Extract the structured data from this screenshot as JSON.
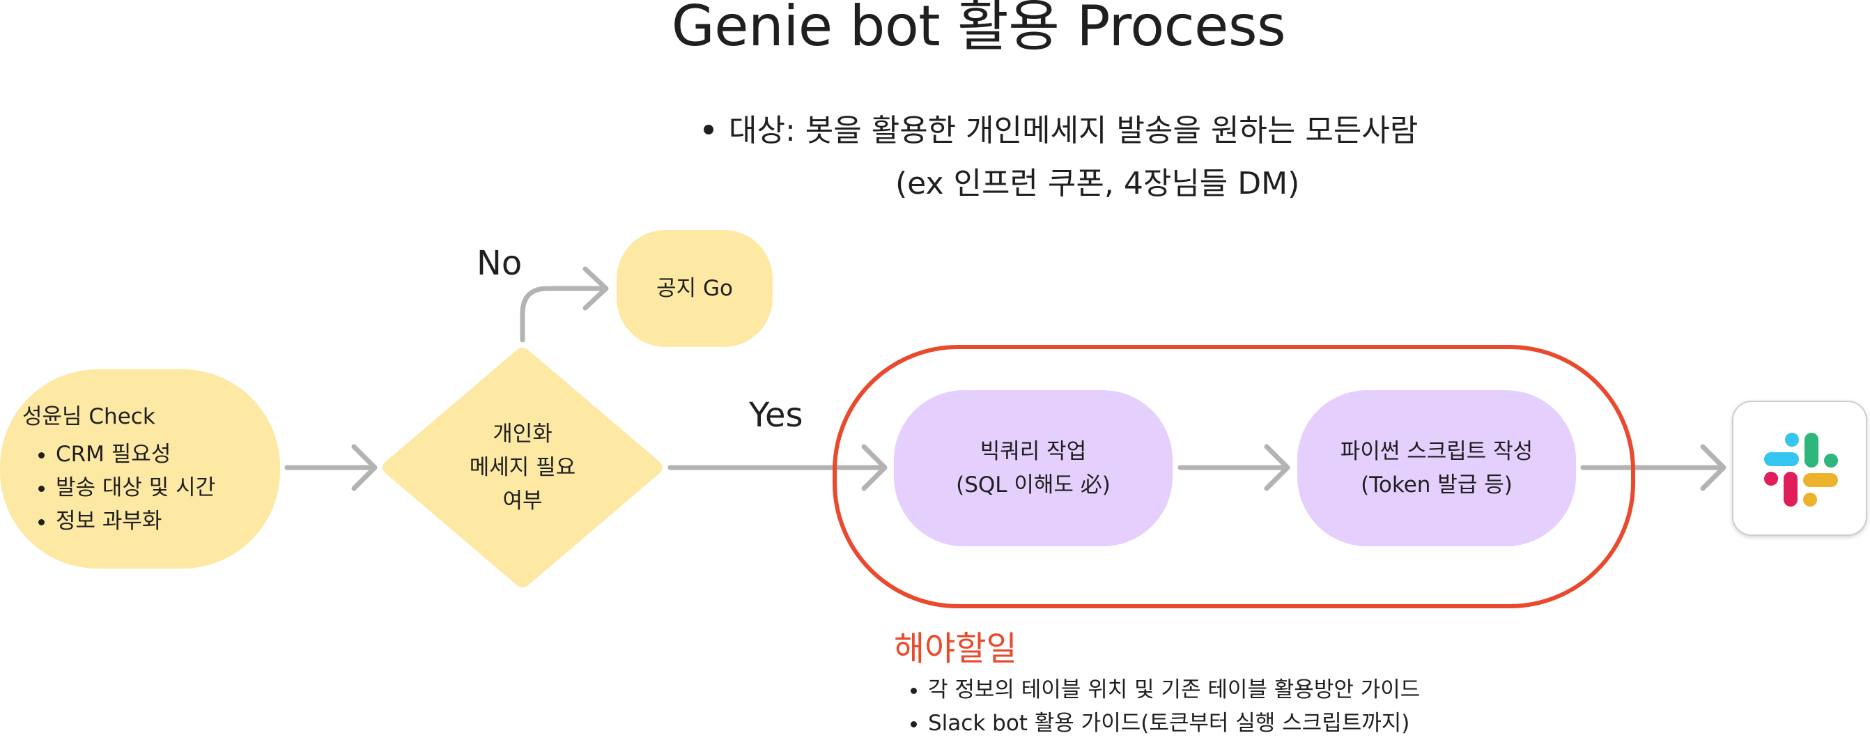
{
  "title": "Genie bot 활용 Process",
  "target": "대상: 봇을 활용한 개인메세지 발송을 원하는 모든사람",
  "example": "(ex 인프런 쿠폰, 4장님들 DM)",
  "start_node": {
    "heading": "성윤님 Check",
    "items": [
      "CRM 필요성",
      "발송 대상 및 시간",
      "정보 과부화"
    ]
  },
  "decision": {
    "lines": [
      "개인화",
      "메세지 필요",
      "여부"
    ]
  },
  "no_label": "No",
  "yes_label": "Yes",
  "notice_node": "공지 Go",
  "bigquery_node": {
    "line1": "빅쿼리 작업",
    "line2": "(SQL 이해도 必)"
  },
  "python_node": {
    "line1": "파이썬 스크립트 작성",
    "line2": "(Token 발급 등)"
  },
  "todo": {
    "heading": "해야할일",
    "items": [
      "각 정보의 테이블 위치 및 기존 테이블 활용방안 가이드",
      "Slack bot 활용 가이드(토큰부터 실행 스크립트까지)"
    ]
  },
  "icons": {
    "slack": "slack-logo-icon"
  },
  "colors": {
    "yellow_node": "#fde9a3",
    "purple_node": "#e5cffd",
    "highlight_red": "#e9492c",
    "arrow_gray": "#b3b3b3"
  }
}
